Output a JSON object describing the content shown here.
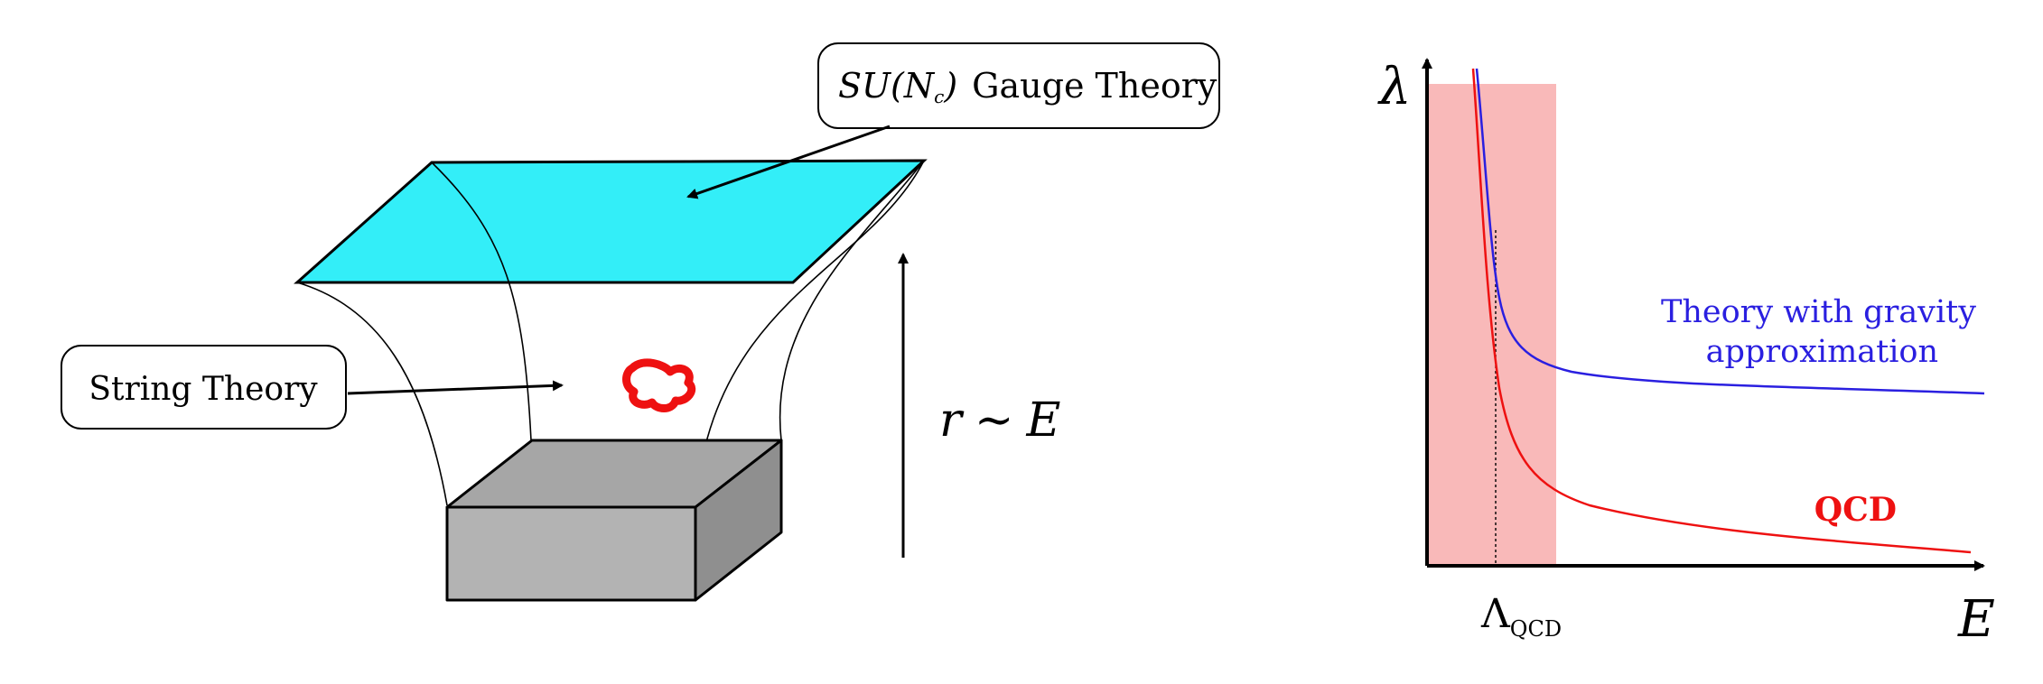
{
  "left_diagram": {
    "gauge_label_math": "SU(N",
    "gauge_label_sub": "c",
    "gauge_label_close": ")",
    "gauge_label_text": "Gauge Theory",
    "string_label": "String Theory",
    "radial_label_r": "r",
    "radial_label_sim": "∼",
    "radial_label_E": "E",
    "colors": {
      "plane": "#33EEF8",
      "box_front": "#B3B3B3",
      "box_top": "#A6A6A6",
      "box_side": "#8F8F8F",
      "string_loop": "#EE1111"
    }
  },
  "right_chart": {
    "y_axis_label": "λ",
    "x_axis_label": "E",
    "x_tick_main": "Λ",
    "x_tick_sub": "QCD",
    "gravity_label_line1": "Theory with gravity",
    "gravity_label_line2": "approximation",
    "qcd_label": "QCD",
    "colors": {
      "shade": "#F9B9B9",
      "gravity_curve": "#2A1FE0",
      "qcd_curve": "#EE1111"
    }
  }
}
